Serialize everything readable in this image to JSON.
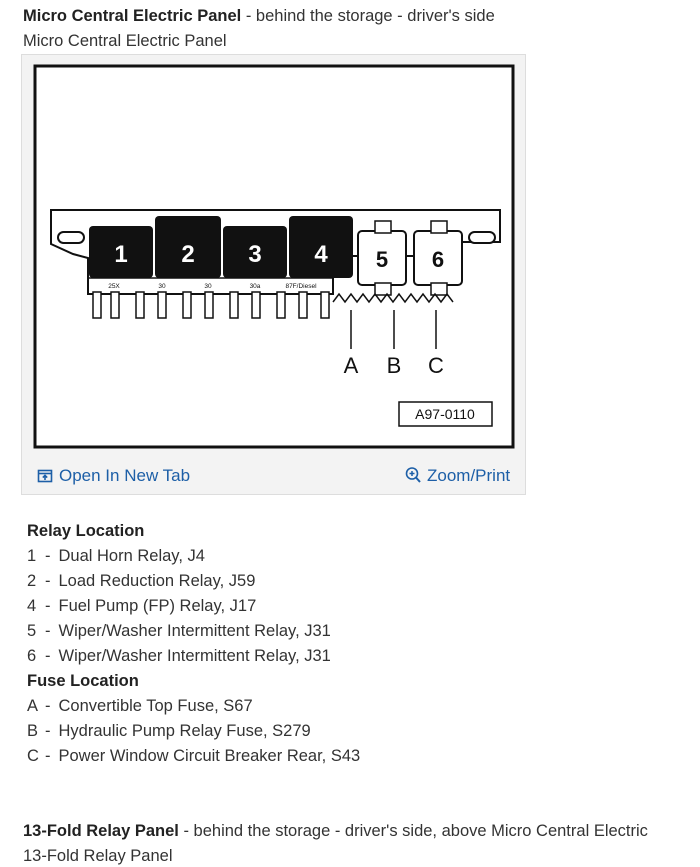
{
  "micro_panel": {
    "title": "Micro Central Electric Panel",
    "location": " - behind the storage - driver's side",
    "caption": "Micro Central Electric Panel"
  },
  "diagram": {
    "relays": [
      "1",
      "2",
      "3",
      "4",
      "5",
      "6"
    ],
    "terminal_labels": [
      "25X",
      "30",
      "30",
      "30a",
      "87F/Diesel"
    ],
    "fuse_letters": [
      "A",
      "B",
      "C"
    ],
    "figure_id": "A97-0110"
  },
  "figure_links": {
    "open_new_tab": "Open In New Tab",
    "zoom_print": "Zoom/Print",
    "open_icon": "open-external-icon",
    "zoom_icon": "zoom-in-icon"
  },
  "relay_location": {
    "title": "Relay Location",
    "items": [
      {
        "key": "1",
        "text": "Dual Horn Relay, J4"
      },
      {
        "key": "2",
        "text": "Load Reduction Relay, J59"
      },
      {
        "key": "4",
        "text": "Fuel Pump (FP) Relay, J17"
      },
      {
        "key": "5",
        "text": "Wiper/Washer Intermittent Relay, J31"
      },
      {
        "key": "6",
        "text": "Wiper/Washer Intermittent Relay, J31"
      }
    ]
  },
  "fuse_location": {
    "title": "Fuse Location",
    "items": [
      {
        "key": "A",
        "text": "Convertible Top Fuse, S67"
      },
      {
        "key": "B",
        "text": "Hydraulic Pump Relay Fuse, S279"
      },
      {
        "key": "C",
        "text": "Power Window Circuit Breaker Rear, S43"
      }
    ]
  },
  "fold_panel": {
    "title": "13-Fold Relay Panel",
    "location": " - behind the storage - driver's side, above Micro Central Electric",
    "caption": "13-Fold Relay Panel"
  },
  "separator": "-",
  "colors": {
    "link": "#1d5fa7",
    "text": "#333333",
    "figure_bg": "#f3f3f3"
  }
}
